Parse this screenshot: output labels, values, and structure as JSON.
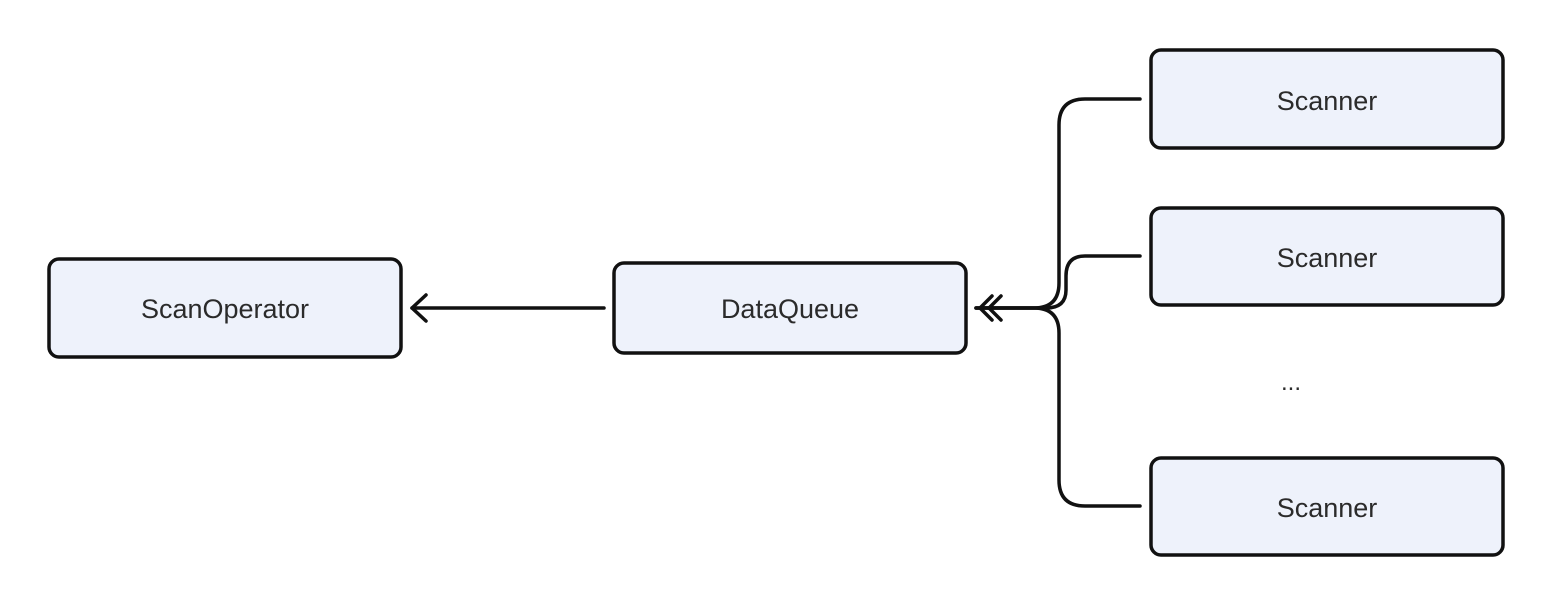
{
  "nodes": {
    "scan_operator": "ScanOperator",
    "data_queue": "DataQueue",
    "scanner_1": "Scanner",
    "scanner_2": "Scanner",
    "scanner_n": "Scanner"
  },
  "ellipsis": "...",
  "colors": {
    "node_fill": "#eef2fb",
    "stroke": "#111111",
    "text": "#2b2b2b"
  }
}
